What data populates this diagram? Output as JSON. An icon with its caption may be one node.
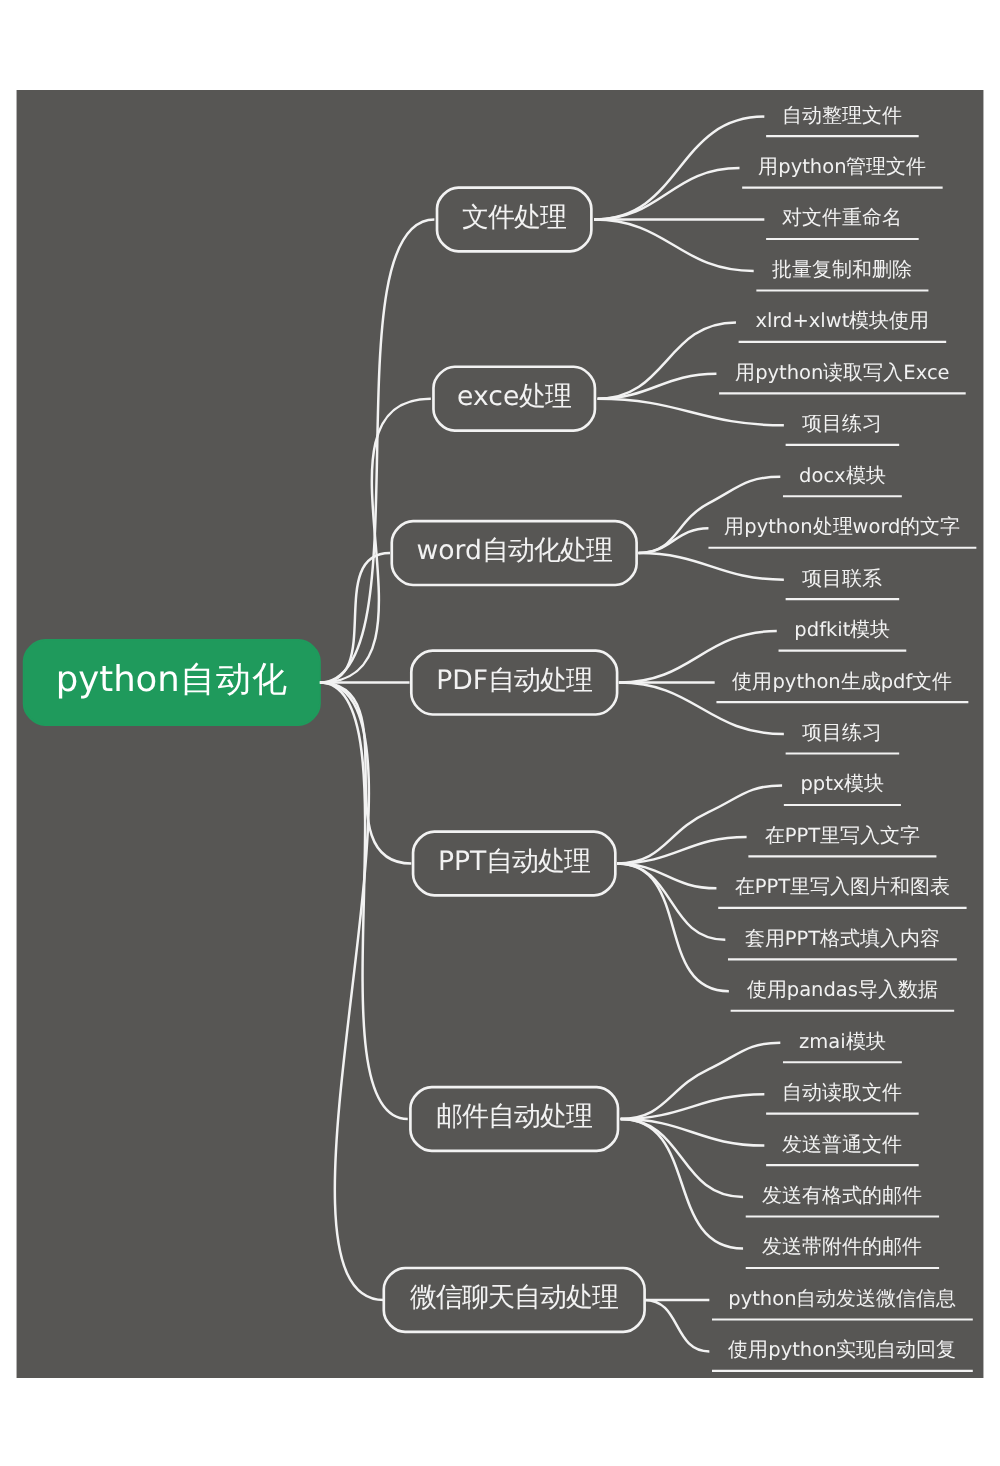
{
  "diagram": {
    "nodes": [
      {
        "text": [
          "python自动化"
        ]
      },
      {
        "text": [
          "文件处理"
        ]
      },
      {
        "text": [
          "自动整理文件"
        ]
      },
      {
        "text": [
          "用python管理文件"
        ]
      },
      {
        "text": [
          "对文件重命名"
        ]
      },
      {
        "text": [
          "批量复制和删除"
        ]
      },
      {
        "text": [
          "exce处理"
        ]
      },
      {
        "text": [
          "xlrd+xlwt模块使用"
        ]
      },
      {
        "text": [
          "用python读取写入Exce"
        ]
      },
      {
        "text": [
          "项目练习"
        ]
      },
      {
        "text": [
          "word自动化处理"
        ]
      },
      {
        "text": [
          "docx模块"
        ]
      },
      {
        "text": [
          "用python处理word的文字"
        ]
      },
      {
        "text": [
          "项目联系"
        ]
      },
      {
        "text": [
          "PDF自动处理"
        ]
      },
      {
        "text": [
          "pdfkit模块"
        ]
      },
      {
        "text": [
          "使用python生成pdf文件"
        ]
      },
      {
        "text": [
          "项目练习"
        ]
      },
      {
        "text": [
          "PPT自动处理"
        ]
      },
      {
        "text": [
          "pptx模块"
        ]
      },
      {
        "text": [
          "在PPT里写入文字"
        ]
      },
      {
        "text": [
          "在PPT里写入图片和图表"
        ]
      },
      {
        "text": [
          "套用PPT格式填入内容"
        ]
      },
      {
        "text": [
          "使用pandas导入数据"
        ]
      },
      {
        "text": [
          "邮件自动处理"
        ]
      },
      {
        "text": [
          "zmai模块"
        ]
      },
      {
        "text": [
          "自动读取文件"
        ]
      },
      {
        "text": [
          "发送普通文件"
        ]
      },
      {
        "text": [
          "发送有格式的邮件"
        ]
      },
      {
        "text": [
          "发送带附件的邮件"
        ]
      },
      {
        "text": [
          "微信聊天自动处理"
        ]
      },
      {
        "text": [
          "python自动发送微信信息"
        ]
      },
      {
        "text": [
          "使用python实现自动回复"
        ]
      }
    ],
    "edges": [
      {
        "from": 0,
        "to": 1,
        "arrow": "none"
      },
      {
        "from": 1,
        "to": 2,
        "arrow": "none"
      },
      {
        "from": 1,
        "to": 3,
        "arrow": "none"
      },
      {
        "from": 1,
        "to": 4,
        "arrow": "none"
      },
      {
        "from": 1,
        "to": 5,
        "arrow": "none"
      },
      {
        "from": 0,
        "to": 6,
        "arrow": "none"
      },
      {
        "from": 6,
        "to": 7,
        "arrow": "none"
      },
      {
        "from": 6,
        "to": 8,
        "arrow": "none"
      },
      {
        "from": 6,
        "to": 9,
        "arrow": "none"
      },
      {
        "from": 0,
        "to": 10,
        "arrow": "none"
      },
      {
        "from": 10,
        "to": 11,
        "arrow": "none"
      },
      {
        "from": 10,
        "to": 12,
        "arrow": "none"
      },
      {
        "from": 10,
        "to": 13,
        "arrow": "none"
      },
      {
        "from": 0,
        "to": 14,
        "arrow": "none"
      },
      {
        "from": 14,
        "to": 15,
        "arrow": "none"
      },
      {
        "from": 14,
        "to": 16,
        "arrow": "none"
      },
      {
        "from": 14,
        "to": 17,
        "arrow": "none"
      },
      {
        "from": 0,
        "to": 18,
        "arrow": "none"
      },
      {
        "from": 18,
        "to": 19,
        "arrow": "none"
      },
      {
        "from": 18,
        "to": 20,
        "arrow": "none"
      },
      {
        "from": 18,
        "to": 21,
        "arrow": "none"
      },
      {
        "from": 18,
        "to": 22,
        "arrow": "none"
      },
      {
        "from": 18,
        "to": 23,
        "arrow": "none"
      },
      {
        "from": 0,
        "to": 24,
        "arrow": "none"
      },
      {
        "from": 24,
        "to": 25,
        "arrow": "none"
      },
      {
        "from": 24,
        "to": 26,
        "arrow": "none"
      },
      {
        "from": 24,
        "to": 27,
        "arrow": "none"
      },
      {
        "from": 24,
        "to": 28,
        "arrow": "none"
      },
      {
        "from": 24,
        "to": 29,
        "arrow": "none"
      },
      {
        "from": 0,
        "to": 30,
        "arrow": "none"
      },
      {
        "from": 30,
        "to": 31,
        "arrow": "none"
      },
      {
        "from": 30,
        "to": 32,
        "arrow": "none"
      }
    ]
  }
}
